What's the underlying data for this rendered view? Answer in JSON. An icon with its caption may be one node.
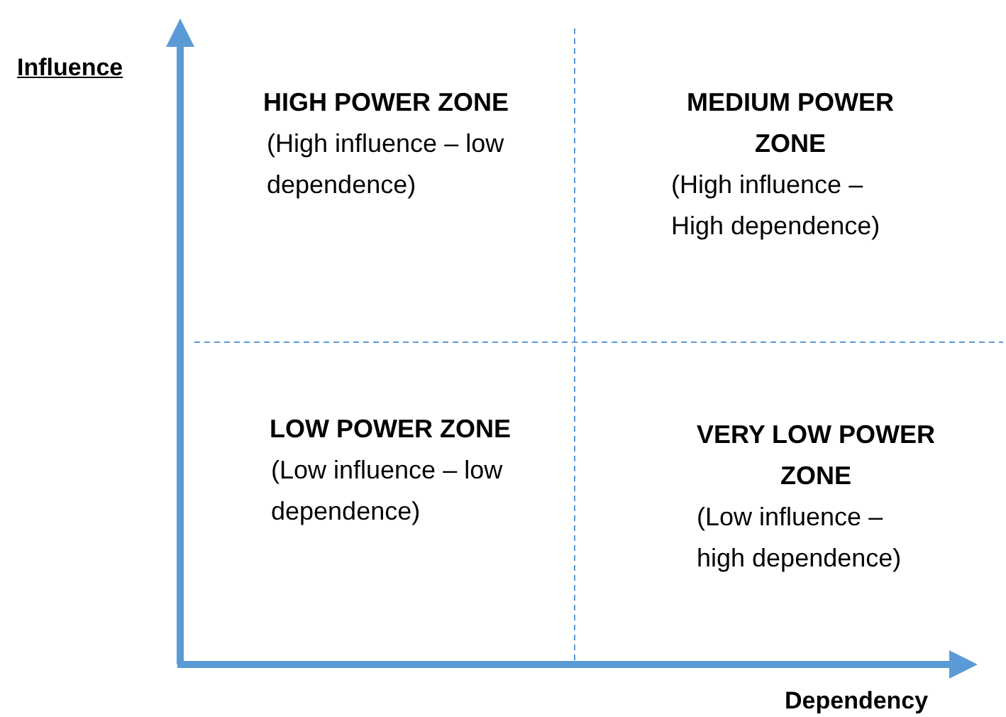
{
  "diagram": {
    "nodes": [
      {
        "text": [
          "HIGH POWER ZONE",
          "(High influence – low dependence)"
        ]
      },
      {
        "text": [
          "MEDIUM POWER ZONE",
          "(High influence – High dependence)"
        ]
      },
      {
        "text": [
          "LOW POWER ZONE",
          "(Low influence – low dependence)"
        ]
      },
      {
        "text": [
          "VERY LOW POWER ZONE",
          "(Low influence – high dependence)"
        ]
      }
    ],
    "edges": [],
    "labels": [
      "Influence",
      "Dependency"
    ]
  }
}
